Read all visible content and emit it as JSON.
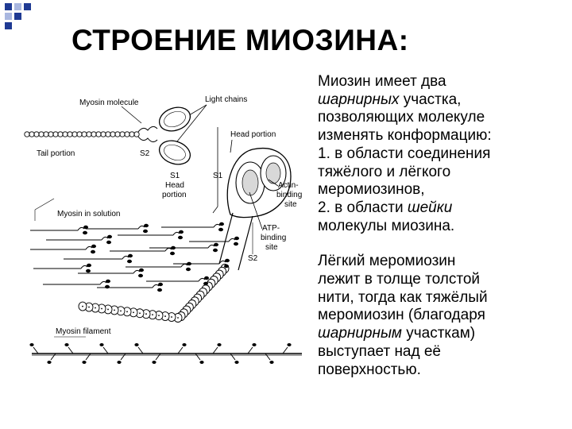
{
  "colors": {
    "accent_blue": "#1f3a93",
    "accent_light": "#a9b7e0"
  },
  "slide": {
    "title": "СТРОЕНИЕ МИОЗИНА:"
  },
  "figure": {
    "labels": {
      "myosin_molecule": "Myosin molecule",
      "light_chains": "Light chains",
      "tail_portion": "Tail portion",
      "s2_small": "S2",
      "s1_small": "S1",
      "head": "Head",
      "portion": "portion",
      "head_portion": "Head portion",
      "s1_large": "S1",
      "actin": "Actin-",
      "binding": "binding",
      "site": "site",
      "atp": "ATP-",
      "binding2": "binding",
      "site2": "site",
      "s2_large": "S2",
      "myosin_in_solution": "Myosin in solution",
      "myosin_filament": "Myosin filament"
    }
  },
  "text": {
    "p1": {
      "l1": "Миозин имеет два",
      "l2a": "шарнирных",
      "l2b": " участка,",
      "l3": "позволяющих молекуле",
      "l4": "изменять конформацию:",
      "l5": "1. в области соединения",
      "l6": "тяжёлого и лёгкого",
      "l7": "меромиозинов,",
      "l8a": "2. в области ",
      "l8b": "шейки",
      "l9": "молекулы миозина."
    },
    "p2": {
      "l1": "Лёгкий меромиозин",
      "l2": "лежит в толще толстой",
      "l3": "нити, тогда как тяжёлый",
      "l4": "меромиозин (благодаря",
      "l5a": "шарнирным",
      "l5b": " участкам)",
      "l6": "выступает над её",
      "l7": "поверхностью."
    }
  }
}
